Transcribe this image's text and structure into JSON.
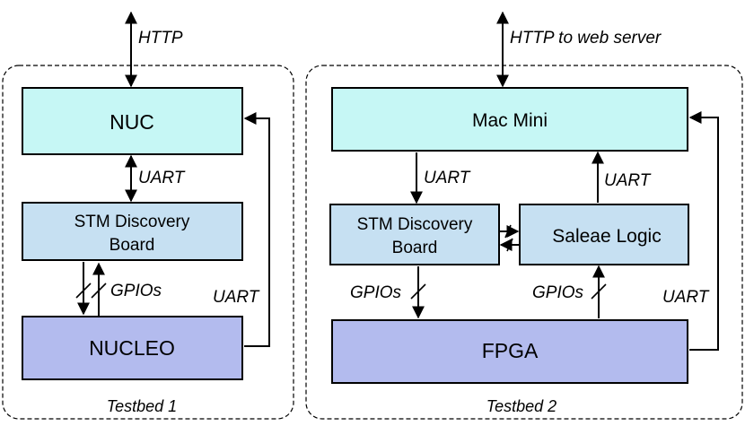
{
  "testbed1": {
    "caption": "Testbed 1",
    "nuc": "NUC",
    "stm_line1": "STM Discovery",
    "stm_line2": "Board",
    "nucleo": "NUCLEO",
    "http": "HTTP",
    "uart_nuc_stm": "UART",
    "gpios": "GPIOs",
    "uart_side": "UART"
  },
  "testbed2": {
    "caption": "Testbed 2",
    "mac": "Mac Mini",
    "stm_line1": "STM Discovery",
    "stm_line2": "Board",
    "saleae": "Saleae Logic",
    "fpga": "FPGA",
    "http": "HTTP to web server",
    "uart_mac_stm": "UART",
    "uart_saleae_mac": "UART",
    "gpios_left": "GPIOs",
    "gpios_right": "GPIOs",
    "uart_side": "UART"
  },
  "colors": {
    "top_box": "#c6f7f5",
    "mid_box": "#c6e0f2",
    "bottom_box": "#b3bbee"
  }
}
